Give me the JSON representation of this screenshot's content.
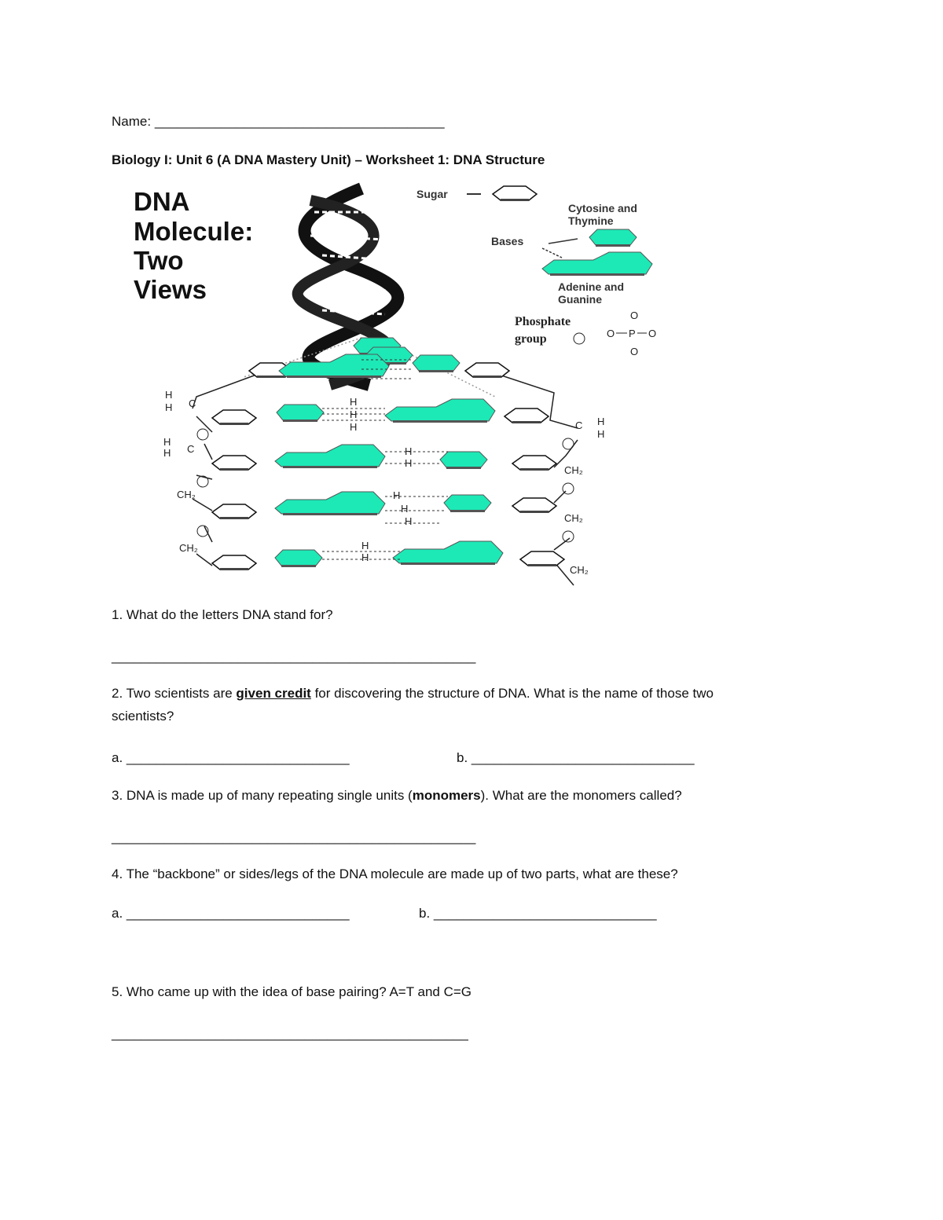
{
  "name_label": "Name:",
  "name_blank": "_______________________________________",
  "title": "Biology I: Unit 6 (A DNA Mastery Unit) – Worksheet 1: DNA Structure",
  "diagram": {
    "title_lines": [
      "DNA",
      "Molecule:",
      "Two",
      "Views"
    ],
    "sugar": "Sugar",
    "ct_line1": "Cytosine and",
    "ct_line2": "Thymine",
    "bases": "Bases",
    "ag_line1": "Adenine and",
    "ag_line2": "Guanine",
    "phosphate_line1": "Phosphate",
    "phosphate_line2": "group",
    "p": "P",
    "o": "O",
    "h": "H",
    "c": "C",
    "ch2": "CH₂",
    "base_color": "#1de9b6"
  },
  "questions": {
    "q1": "1. What do the letters DNA stand for?",
    "q1_blank": "_________________________________________________",
    "q2_pre": "2. Two scientists are ",
    "q2_emph": "given credit",
    "q2_post": " for discovering the structure of DNA. What is the name of those two",
    "q2_line2": "scientists?",
    "q2_a": "a. ______________________________",
    "q2_b": "b. ______________________________",
    "q3_pre": "3. DNA is made up of many repeating single units (",
    "q3_emph": "monomers",
    "q3_post": "). What are the monomers called?",
    "q3_blank": "_________________________________________________",
    "q4": "4. The “backbone” or sides/legs of the DNA molecule are made up of two parts, what are these?",
    "q4_a": "a. ______________________________",
    "q4_b": "b. ______________________________",
    "q5": "5. Who came up with the idea of base pairing? A=T and C=G",
    "q5_blank": "________________________________________________"
  }
}
